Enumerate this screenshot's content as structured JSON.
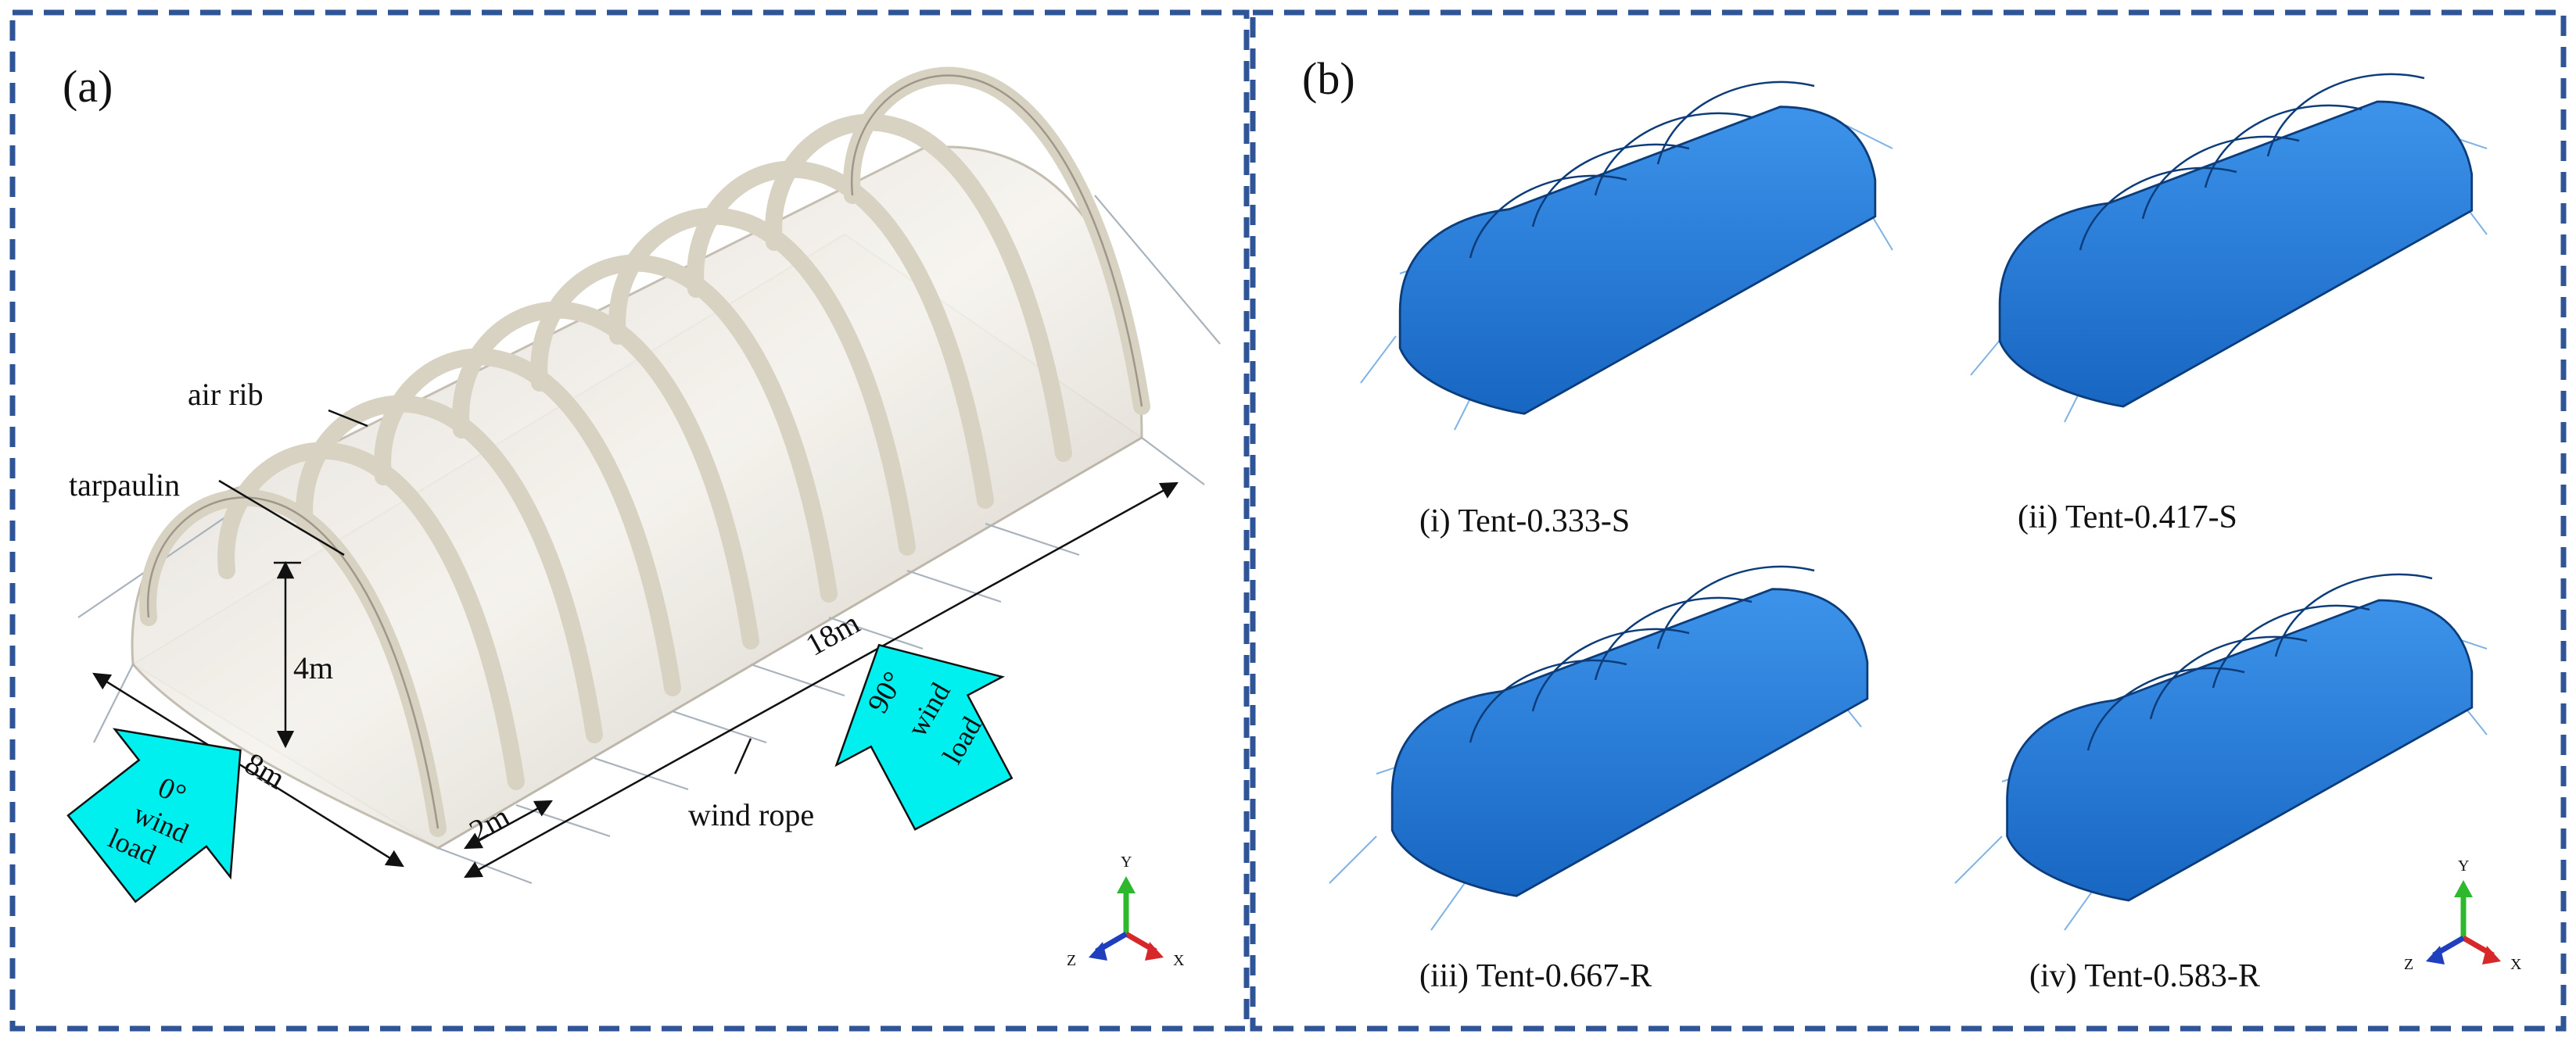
{
  "panel_a": {
    "label": "(a)",
    "callouts": {
      "air_rib": "air rib",
      "tarpaulin": "tarpaulin",
      "wind_rope": "wind rope"
    },
    "dimensions": {
      "height": "4m",
      "width": "8m",
      "length": "18m",
      "spacing": "2m"
    },
    "wind_0": {
      "angle": "0°",
      "line1": "wind",
      "line2": "load"
    },
    "wind_90": {
      "angle": "90°",
      "line1": "wind",
      "line2": "load"
    }
  },
  "panel_b": {
    "label": "(b)",
    "tents": [
      {
        "caption": "(i) Tent-0.333-S"
      },
      {
        "caption": "(ii) Tent-0.417-S"
      },
      {
        "caption": "(iii) Tent-0.667-R"
      },
      {
        "caption": "(iv) Tent-0.583-R"
      }
    ]
  },
  "axes": {
    "y": "Y",
    "z": "Z",
    "x": "X"
  },
  "colors": {
    "frame": "#2f5597",
    "tent_blue": "#1f77d4",
    "arrow_cyan": "#00f0f0",
    "rib": "#e8e3d6",
    "rope": "#a9c6e4"
  }
}
